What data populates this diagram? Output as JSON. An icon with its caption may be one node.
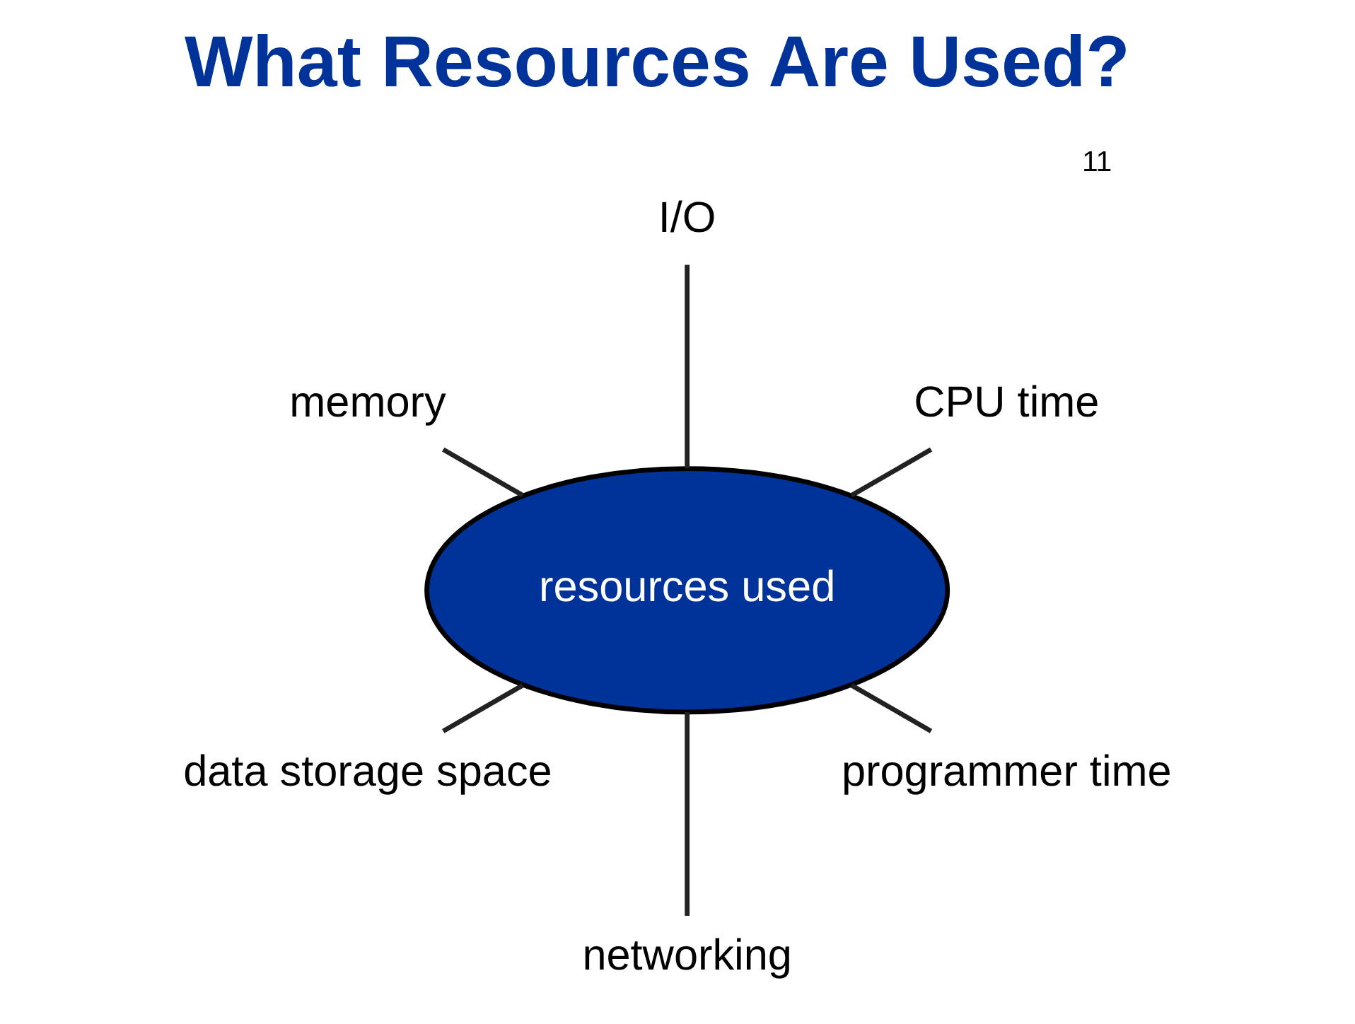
{
  "diagram": {
    "title": "What Resources Are Used?",
    "nodes": [
      {
        "text": [
          "resources used"
        ]
      },
      {
        "text": [
          "CPU time"
        ]
      },
      {
        "text": [
          "I/O"
        ]
      },
      {
        "text": [
          "memory"
        ]
      },
      {
        "text": [
          "data storage space"
        ]
      },
      {
        "text": [
          "networking"
        ]
      },
      {
        "text": [
          "programmer time"
        ]
      }
    ],
    "edges": [
      {
        "from": 0,
        "to": 1,
        "arrow": "none"
      },
      {
        "from": 0,
        "to": 2,
        "arrow": "none"
      },
      {
        "from": 0,
        "to": 3,
        "arrow": "none"
      },
      {
        "from": 0,
        "to": 4,
        "arrow": "none"
      },
      {
        "from": 0,
        "to": 5,
        "arrow": "none"
      },
      {
        "from": 0,
        "to": 6,
        "arrow": "none"
      }
    ],
    "labels": [
      "11"
    ]
  }
}
